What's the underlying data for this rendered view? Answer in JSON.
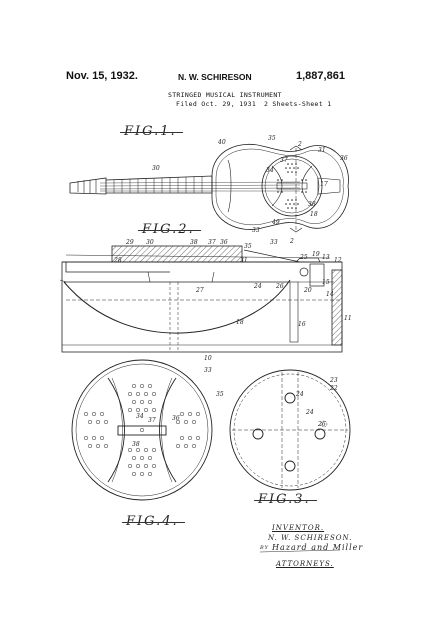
{
  "header": {
    "date": "Nov. 15, 1932.",
    "inventor": "N. W. SCHIRESON",
    "patent_number": "1,887,861",
    "title": "STRINGED MUSICAL INSTRUMENT",
    "filed": "Filed Oct. 29, 1931",
    "sheets": "2 Sheets-Sheet 1"
  },
  "figures": {
    "fig1": "FIG.1.",
    "fig2": "FIG.2.",
    "fig3": "FIG.3.",
    "fig4": "FIG.4."
  },
  "refs": {
    "fig1": [
      "2",
      "35",
      "40",
      "31",
      "37",
      "36",
      "34",
      "30",
      "17",
      "38",
      "18",
      "49",
      "33",
      "2"
    ],
    "fig2": [
      "29",
      "30",
      "38",
      "37",
      "36",
      "35",
      "33",
      "28",
      "31",
      "25",
      "19",
      "13",
      "12",
      "27",
      "24",
      "26",
      "20",
      "15",
      "14",
      "18",
      "16",
      "11",
      "10"
    ],
    "fig3": [
      "23",
      "22",
      "24",
      "24",
      "26"
    ],
    "fig4": [
      "33",
      "35",
      "34",
      "37",
      "36",
      "38"
    ]
  },
  "signature": {
    "inventor_label": "INVENTOR.",
    "inventor_name": "N. W. SCHIRESON.",
    "by": "BY",
    "attorney_sig": "Hazard and Miller",
    "attorneys_label": "ATTORNEYS."
  }
}
